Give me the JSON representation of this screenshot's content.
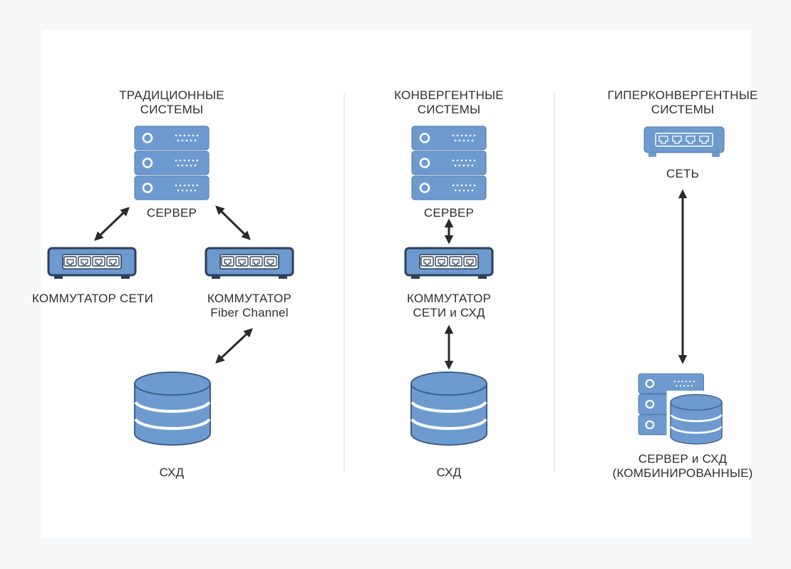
{
  "columns": [
    {
      "title": "ТРАДИЦИОННЫЕ\nСИСТЕМЫ",
      "server_label": "СЕРВЕР",
      "switch_net_label": "КОММУТАТОР СЕТИ",
      "switch_fc_label": "КОММУТАТОР\nFiber Channel",
      "storage_label": "СХД"
    },
    {
      "title": "КОНВЕРГЕНТНЫЕ\nСИСТЕМЫ",
      "server_label": "СЕРВЕР",
      "switch_label": "КОММУТАТОР\nСЕТИ и СХД",
      "storage_label": "СХД"
    },
    {
      "title": "ГИПЕРКОНВЕРГЕНТНЫЕ\nСИСТЕМЫ",
      "network_label": "СЕТЬ",
      "combined_label": "СЕРВЕР и СХД\n(КОМБИНИРОВАННЫЕ)"
    }
  ],
  "colors": {
    "device_fill": "#6d9bcf",
    "device_stroke": "#3b5f8c",
    "port_fill": "#ffffff",
    "switch_outline": "#2f3f58",
    "arrow": "#2a2a2a",
    "divider": "#e6e8eb",
    "text": "#2c2f33"
  },
  "icons": [
    "server-icon",
    "switch-icon",
    "storage-icon",
    "network-icon",
    "combined-icon",
    "double-arrow"
  ]
}
